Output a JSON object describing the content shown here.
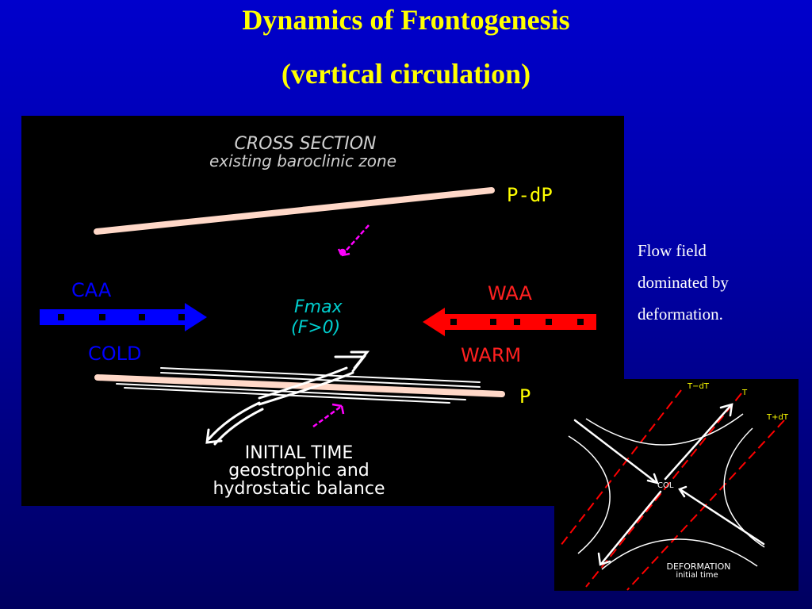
{
  "title": {
    "line1": "Dynamics of Frontogenesis",
    "line2": "(vertical circulation)"
  },
  "cross_section": {
    "heading": "CROSS SECTION",
    "subheading": "existing baroclinic zone",
    "upper_isobar": "P-dP",
    "lower_isobar": "P",
    "left_arrow_label": "CAA",
    "right_arrow_label": "WAA",
    "left_region": "COLD",
    "right_region": "WARM",
    "fmax_line1": "Fmax",
    "fmax_line2": "(F>0)",
    "footer_line1": "INITIAL TIME",
    "footer_line2": "geostrophic and",
    "footer_line3": "hydrostatic balance",
    "colors": {
      "cold_arrow": "#0000ff",
      "warm_arrow": "#ff0000",
      "isobar": "#ffd8c8",
      "label_yellow": "#ffff00",
      "fmax": "#00cccc",
      "magenta": "#ff00ff"
    }
  },
  "caption": {
    "line1": "Flow field",
    "line2": "dominated by",
    "line3": "deformation."
  },
  "deformation": {
    "iso_minus": "T−dT",
    "iso_mid": "T",
    "iso_plus": "T+dT",
    "col_label": "COL",
    "footer_line1": "DEFORMATION",
    "footer_line2": "initial time",
    "colors": {
      "isotherm": "#ff0000",
      "label": "#ffff00",
      "flow": "#ffffff"
    }
  }
}
